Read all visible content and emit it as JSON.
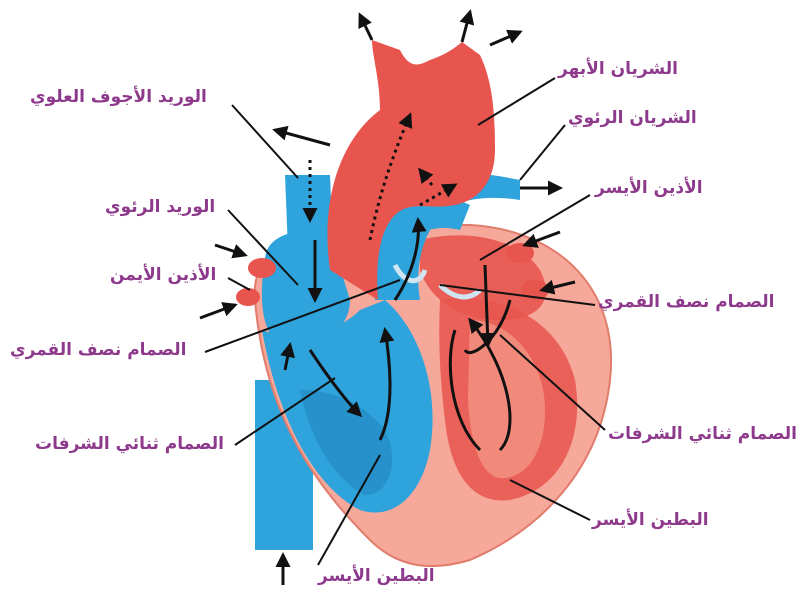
{
  "colors": {
    "label_text": "#8e3a8c",
    "leader_line": "#111111",
    "deoxygenated": "#2ea3dc",
    "deoxygenated_dark": "#1d7fb8",
    "oxygenated": "#e8554f",
    "oxygenated_light": "#f28a7c",
    "myocardium": "#f6a89a",
    "valve": "#cfe6f2"
  },
  "labels": {
    "aorta": "الشريان الأبهر",
    "pulmonary_artery": "الشريان الرئوي",
    "left_atrium": "الأذين الأيسر",
    "semilunar_valve_right": "الصمام نصف القمري",
    "bicuspid_valve_right": "الصمام ثنائي الشرفات",
    "left_ventricle_right": "البطين الأيسر",
    "superior_vena_cava": "الوريد الأجوف العلوي",
    "pulmonary_vein": "الوريد الرئوي",
    "right_atrium": "الأذين الأيمن",
    "semilunar_valve_left": "الصمام نصف القمري",
    "bicuspid_valve_left": "الصمام ثنائي الشرفات",
    "left_ventricle_bottom": "البطين الأيسر"
  }
}
